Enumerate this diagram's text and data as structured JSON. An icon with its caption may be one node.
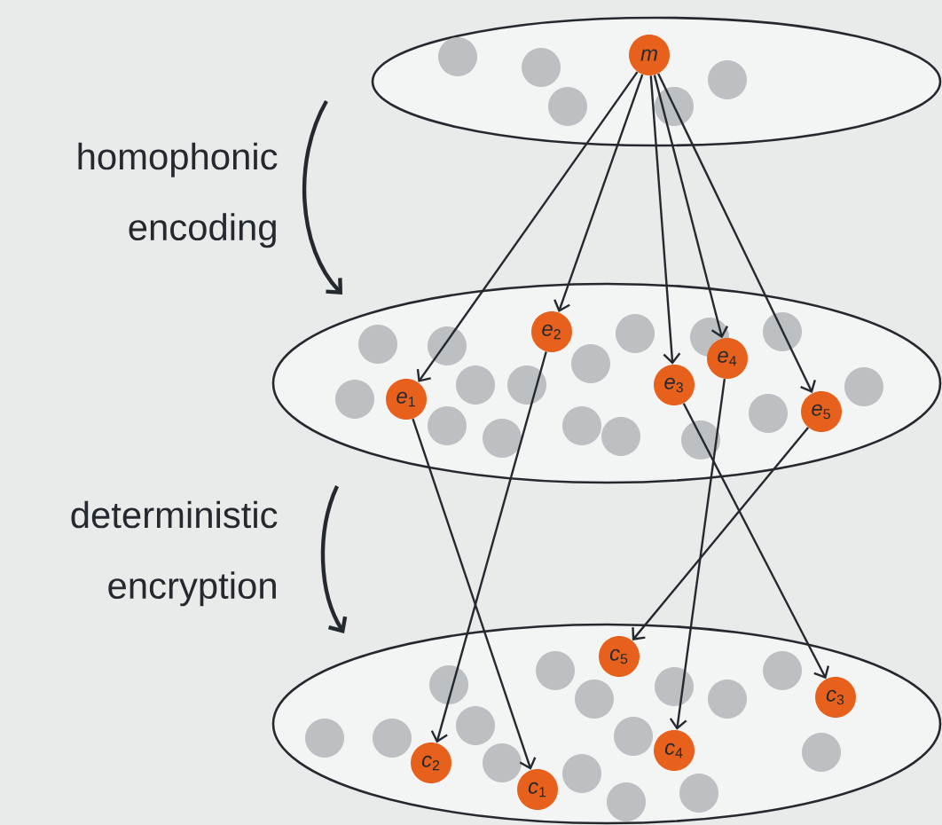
{
  "diagram": {
    "nodes": [
      {
        "text": [],
        "shape": "ellipse"
      },
      {
        "text": [
          "m"
        ],
        "in": 0
      },
      {
        "text": [],
        "shape": "ellipse"
      },
      {
        "text": [
          "*e*$_{1}$"
        ],
        "in": 2
      },
      {
        "text": [
          "*e*$_{2}$"
        ],
        "in": 2
      },
      {
        "text": [
          "*e*$_{3}$"
        ],
        "in": 2
      },
      {
        "text": [
          "*e*$_{4}$"
        ],
        "in": 2
      },
      {
        "text": [
          "*e*$_{5}$"
        ],
        "in": 2
      },
      {
        "text": [],
        "shape": "ellipse"
      },
      {
        "text": [
          "*c*$_{1}$"
        ],
        "in": 8
      },
      {
        "text": [
          "*c*$_{2}$"
        ],
        "in": 8
      },
      {
        "text": [
          "*c*$_{3}$"
        ],
        "in": 8
      },
      {
        "text": [
          "*c*$_{4}$"
        ],
        "in": 8
      },
      {
        "text": [
          "*c*$_{5}$"
        ],
        "in": 8
      }
    ],
    "edges": [
      {
        "from": 1,
        "to": 3,
        "arrow": "to"
      },
      {
        "from": 1,
        "to": 4,
        "arrow": "to"
      },
      {
        "from": 1,
        "to": 5,
        "arrow": "to"
      },
      {
        "from": 1,
        "to": 6,
        "arrow": "to"
      },
      {
        "from": 1,
        "to": 7,
        "arrow": "to"
      },
      {
        "from": 3,
        "to": 9,
        "arrow": "to"
      },
      {
        "from": 4,
        "to": 10,
        "arrow": "to"
      },
      {
        "from": 5,
        "to": 11,
        "arrow": "to"
      },
      {
        "from": 6,
        "to": 12,
        "arrow": "to"
      },
      {
        "from": 7,
        "to": 13,
        "arrow": "to"
      }
    ],
    "labels": [
      "homophonic encoding",
      "deterministic encryption"
    ]
  }
}
